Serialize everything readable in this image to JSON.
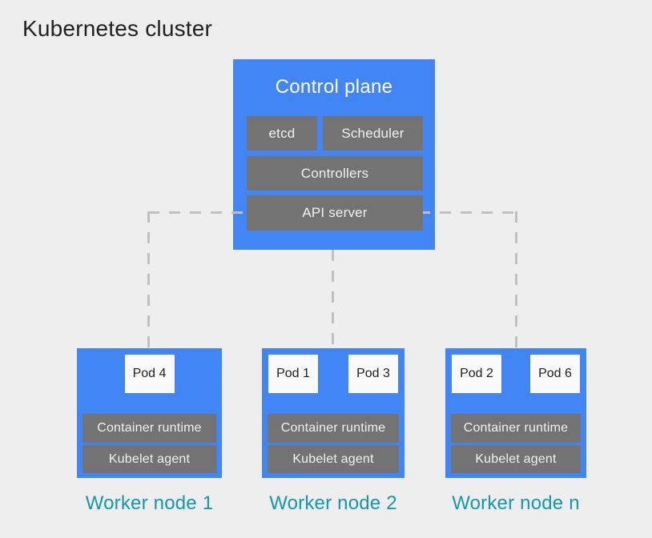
{
  "diagram": {
    "title": "Kubernetes cluster"
  },
  "control_plane": {
    "title": "Control plane",
    "components": {
      "etcd": "etcd",
      "scheduler": "Scheduler",
      "controllers": "Controllers",
      "api_server": "API server"
    }
  },
  "worker_nodes": [
    {
      "label": "Worker node 1",
      "pods": [
        "Pod 4"
      ],
      "container_runtime": "Container runtime",
      "kubelet_agent": "Kubelet agent"
    },
    {
      "label": "Worker node 2",
      "pods": [
        "Pod 1",
        "Pod 3"
      ],
      "container_runtime": "Container runtime",
      "kubelet_agent": "Kubelet agent"
    },
    {
      "label": "Worker node n",
      "pods": [
        "Pod 2",
        "Pod 6"
      ],
      "container_runtime": "Container runtime",
      "kubelet_agent": "Kubelet agent"
    }
  ],
  "colors": {
    "background": "#eeeeef",
    "node_blue": "#4285f4",
    "component_gray": "#737373",
    "pod_white": "#fafafa",
    "label_teal": "#1299ac",
    "connector_gray": "#c0c0c0",
    "title_text": "#212121"
  }
}
